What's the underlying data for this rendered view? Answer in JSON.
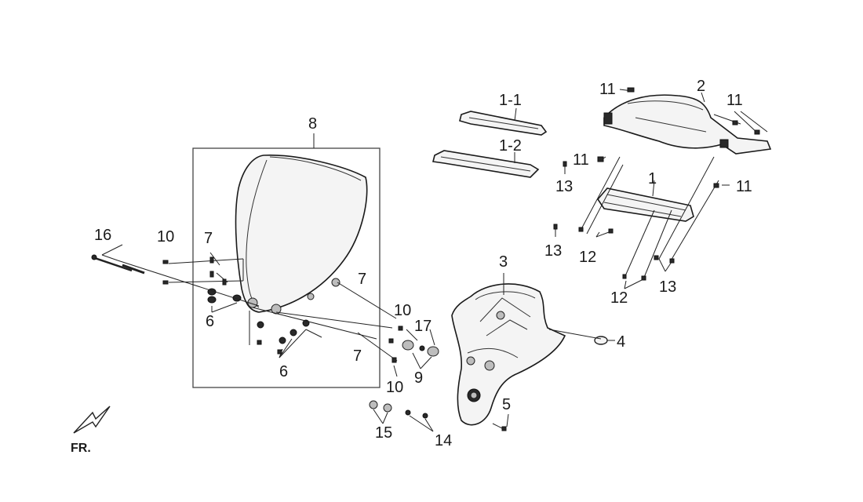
{
  "callouts": {
    "c8": "8",
    "c1_1": "1-1",
    "c1_2": "1-2",
    "c2": "2",
    "c11a": "11",
    "c11b": "11",
    "c11c": "11",
    "c11d": "11",
    "c1": "1",
    "c13a": "13",
    "c13b": "13",
    "c13c": "13",
    "c12a": "12",
    "c12b": "12",
    "c16": "16",
    "c10a": "10",
    "c7a": "7",
    "c6a": "6",
    "c7b": "7",
    "c6b": "6",
    "c7c": "7",
    "c10b": "10",
    "c17": "17",
    "c9": "9",
    "c10c": "10",
    "c3": "3",
    "c4": "4",
    "c5": "5",
    "c15": "15",
    "c14": "14"
  },
  "direction_label": "FR."
}
